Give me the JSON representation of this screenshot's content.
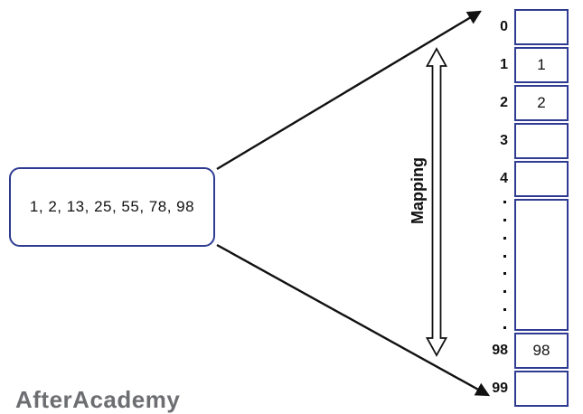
{
  "title": "Mapping of values into a direct-address array",
  "colors": {
    "border_navy": "#2f3b92",
    "arrow_black": "#111111",
    "watermark_gray": "#6d6e71"
  },
  "input_box": {
    "text": "1, 2, 13, 25, 55, 78, 98"
  },
  "mapping": {
    "label": "Mapping"
  },
  "watermark": {
    "text": "AfterAcademy"
  },
  "array": {
    "dots_count": 8,
    "cells": [
      {
        "index": "0",
        "value": "",
        "tall": false,
        "dots": false
      },
      {
        "index": "1",
        "value": "1",
        "tall": false,
        "dots": false
      },
      {
        "index": "2",
        "value": "2",
        "tall": false,
        "dots": false
      },
      {
        "index": "3",
        "value": "",
        "tall": false,
        "dots": false
      },
      {
        "index": "4",
        "value": "",
        "tall": false,
        "dots": false
      },
      {
        "index": "",
        "value": "",
        "tall": true,
        "dots": true
      },
      {
        "index": "98",
        "value": "98",
        "tall": false,
        "dots": false
      },
      {
        "index": "99",
        "value": "",
        "tall": false,
        "dots": false
      }
    ]
  }
}
